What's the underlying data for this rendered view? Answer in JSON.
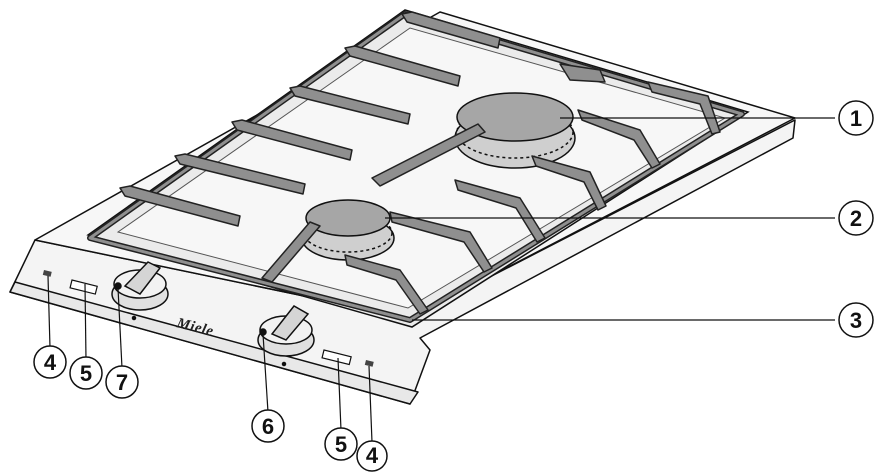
{
  "brand": {
    "logo_text": "Miele"
  },
  "callouts": [
    {
      "label": "1"
    },
    {
      "label": "2"
    },
    {
      "label": "3"
    },
    {
      "label": "4"
    },
    {
      "label": "5"
    },
    {
      "label": "7"
    },
    {
      "label": "6"
    },
    {
      "label": "5"
    },
    {
      "label": "4"
    }
  ],
  "colors": {
    "grate": "#8f8f8f",
    "grate_outline": "#222222",
    "hob_surface": "#f2f2f2",
    "burner_cap": "#a6a6a6",
    "line": "#111111"
  }
}
